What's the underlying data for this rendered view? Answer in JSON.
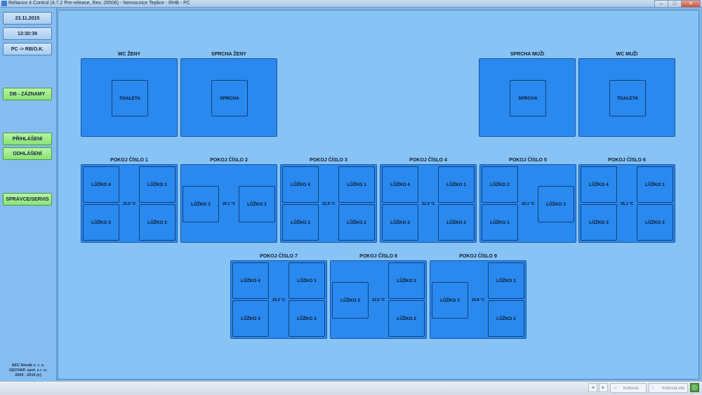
{
  "window": {
    "title": "Reliance 4 Control (4.7.2 Pre-release, Rev. 26506) - Nemocnice Teplice - RHB - PC",
    "minimize": "–",
    "maximize": "□",
    "close": "✕"
  },
  "sidebar": {
    "date": "23.11.2015",
    "time": "13:30:39",
    "connection": "PC -> RB/O.K.",
    "db_button": "DB - ZÁZNAMY",
    "login_button": "PŘIHLÁŠENÍ",
    "logout_button": "ODHLÁŠENÍ",
    "admin_button": "SPRÁVCE/SERVIS",
    "footer": [
      "AEC Novák s. r. o.",
      "GEOVAP, spol. s r. o.",
      "2009 - 2015 (c)"
    ]
  },
  "facilities": [
    {
      "title": "WC ŽENY",
      "tile": "TOALETA"
    },
    {
      "title": "SPRCHA ŽENY",
      "tile": "SPRCHA"
    },
    {
      "title": "SPRCHA MUŽI",
      "tile": "SPRCHA"
    },
    {
      "title": "WC MUŽI",
      "tile": "TOALETA"
    }
  ],
  "rooms": [
    {
      "title": "POKOJ ČÍSLO 1",
      "temp": "22,9 °C",
      "beds": [
        "LŮŽKO 4",
        "LŮŽKO 1",
        "LŮŽKO 3",
        "LŮŽKO 2"
      ]
    },
    {
      "title": "POKOJ ČÍSLO 2",
      "temp": "25,1 °C",
      "beds": [
        "LŮŽKO 2",
        "LŮŽKO 1"
      ]
    },
    {
      "title": "POKOJ ČÍSLO 3",
      "temp": "22,9 °C",
      "beds": [
        "LŮŽKO 4",
        "LŮŽKO 1",
        "LŮŽKO 3",
        "LŮŽKO 2"
      ]
    },
    {
      "title": "POKOJ ČÍSLO 4",
      "temp": "22,9 °C",
      "beds": [
        "LŮŽKO 4",
        "LŮŽKO 1",
        "LŮŽKO 3",
        "LŮŽKO 2"
      ]
    },
    {
      "title": "POKOJ ČÍSLO 5",
      "temp": "25,1 °C",
      "beds": [
        "LŮŽKO 2",
        "LŮŽKO 3",
        "LŮŽKO 1"
      ]
    },
    {
      "title": "POKOJ ČÍSLO 6",
      "temp": "25,1 °C",
      "beds": [
        "LŮŽKO 4",
        "LŮŽKO 1",
        "LŮŽKO 3",
        "LŮŽKO 2"
      ]
    },
    {
      "title": "POKOJ ČÍSLO 7",
      "temp": "22,9 °C",
      "beds": [
        "LŮŽKO 4",
        "LŮŽKO 1",
        "LŮŽKO 3",
        "LŮŽKO 2"
      ]
    },
    {
      "title": "POKOJ ČÍSLO 8",
      "temp": "22,6 °C",
      "beds": [
        "LŮŽKO 3",
        "LŮŽKO 1",
        "LŮŽKO 2"
      ]
    },
    {
      "title": "POKOJ ČÍSLO 9",
      "temp": "20,8 °C",
      "beds": [
        "LŮŽKO 3",
        "LŮŽKO 1",
        "LŮŽKO 2"
      ]
    }
  ],
  "statusbar": {
    "prev": "◄",
    "next": "►",
    "ack": "Kvitovat",
    "ack_all": "Kvitovat vše"
  },
  "colors": {
    "room_fill": "#2a89ee",
    "canvas": "#87c3f5",
    "green_button": "#8ae274"
  }
}
